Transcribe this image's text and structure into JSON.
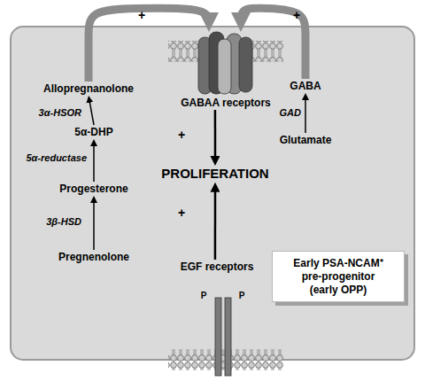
{
  "diagram": {
    "nodes": [
      {
        "text": [
          "Allopregnanolone"
        ]
      },
      {
        "text": [
          "5α-DHP"
        ]
      },
      {
        "text": [
          "Progesterone"
        ]
      },
      {
        "text": [
          "Pregnenolone"
        ]
      },
      {
        "text": [
          "GABAA receptors"
        ]
      },
      {
        "text": [
          "GABA"
        ]
      },
      {
        "text": [
          "Glutamate"
        ]
      },
      {
        "text": [
          "PROLIFERATION"
        ]
      },
      {
        "text": [
          "EGF receptors"
        ]
      },
      {
        "text": [
          "Early PSA-NCAM⁺ pre-progenitor (early OPP)"
        ]
      }
    ],
    "edges": [
      {
        "from": 3,
        "to": 2,
        "label": "3β-HSD",
        "arrow": "to"
      },
      {
        "from": 2,
        "to": 1,
        "label": "5α-reductase",
        "arrow": "to"
      },
      {
        "from": 1,
        "to": 0,
        "label": "3α-HSOR",
        "arrow": "to"
      },
      {
        "from": 6,
        "to": 5,
        "label": "GAD",
        "arrow": "to"
      },
      {
        "from": 0,
        "to": 4,
        "label": "+",
        "arrow": "to"
      },
      {
        "from": 5,
        "to": 4,
        "label": "+",
        "arrow": "to"
      },
      {
        "from": 4,
        "to": 7,
        "label": "+",
        "arrow": "to"
      },
      {
        "from": 8,
        "to": 7,
        "label": "+",
        "arrow": "to"
      }
    ],
    "labels": [
      "P",
      "P"
    ]
  }
}
